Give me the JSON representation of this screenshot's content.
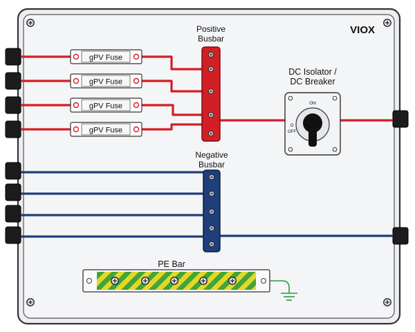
{
  "brand": "VIOX",
  "positive_busbar": {
    "line1": "Positive",
    "line2": "Busbar"
  },
  "negative_busbar": {
    "line1": "Negative",
    "line2": "Busbar"
  },
  "isolator": {
    "line1": "DC Isolator /",
    "line2": "DC Breaker",
    "on_label": "ON",
    "off_label": "OFF",
    "off_mark": "O"
  },
  "fuses": [
    {
      "label": "gPV Fuse"
    },
    {
      "label": "gPV Fuse"
    },
    {
      "label": "gPV Fuse"
    },
    {
      "label": "gPV Fuse"
    }
  ],
  "pe_bar": {
    "label": "PE Bar"
  },
  "colors": {
    "positive": "#d21f26",
    "negative": "#1f3f7a",
    "earth_green": "#2f9a3a",
    "earth_yellow": "#e6d62a",
    "enclosure": "#f2f3f5"
  }
}
